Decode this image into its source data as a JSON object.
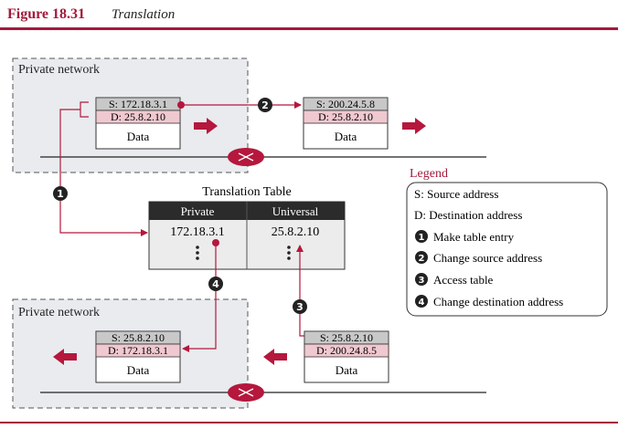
{
  "header": {
    "figure_number": "Figure 18.31",
    "figure_title": "Translation"
  },
  "top_network": {
    "label": "Private network",
    "packet_private": {
      "source": "S: 172.18.3.1",
      "dest": "D: 25.8.2.10",
      "data": "Data"
    },
    "packet_public": {
      "source": "S: 200.24.5.8",
      "dest": "D: 25.8.2.10",
      "data": "Data"
    }
  },
  "bottom_network": {
    "label": "Private network",
    "packet_private": {
      "source": "S: 25.8.2.10",
      "dest": "D: 172.18.3.1",
      "data": "Data"
    },
    "packet_public": {
      "source": "S: 25.8.2.10",
      "dest": "D: 200.24.8.5",
      "data": "Data"
    }
  },
  "translation_table": {
    "title": "Translation Table",
    "col_private": "Private",
    "col_universal": "Universal",
    "private_value": "172.18.3.1",
    "universal_value": "25.8.2.10"
  },
  "steps": {
    "one": "1",
    "two": "2",
    "three": "3",
    "four": "4"
  },
  "legend": {
    "title": "Legend",
    "source": "S:  Source address",
    "dest": "D:  Destination address",
    "items": [
      {
        "num": "1",
        "text": "Make table entry"
      },
      {
        "num": "2",
        "text": "Change source address"
      },
      {
        "num": "3",
        "text": "Access table"
      },
      {
        "num": "4",
        "text": "Change destination address"
      }
    ]
  },
  "colors": {
    "accent": "#b5173d",
    "header_rule": "#a31a3a",
    "table_header": "#2b2b2b",
    "source_fill": "#c8c8c8",
    "dest_fill": "#f0c8d0",
    "network_fill": "#e9ebee"
  }
}
